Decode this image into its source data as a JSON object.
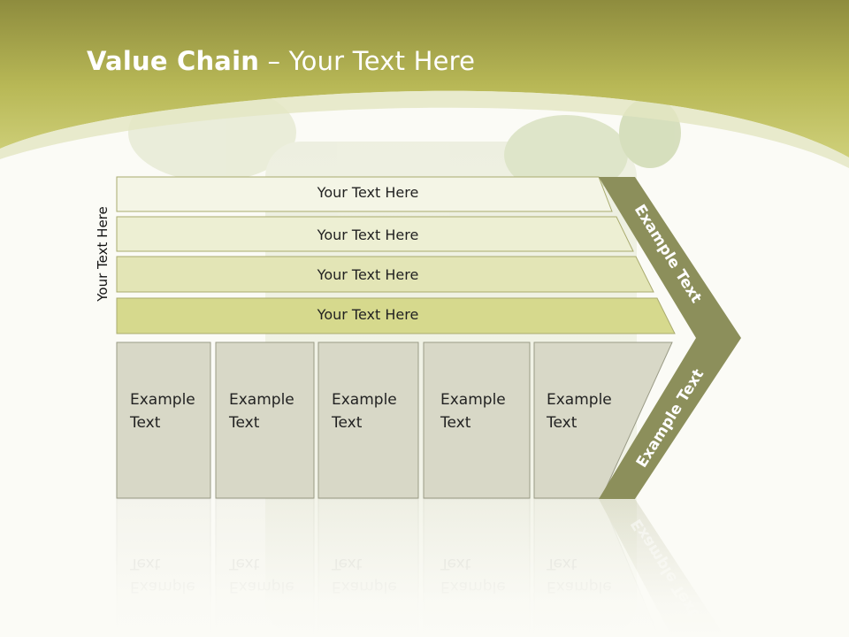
{
  "slide": {
    "title_bold": "Value Chain",
    "title_rest": " – Your Text Here",
    "side_label": "Your Text Here",
    "rows": [
      {
        "label": "Your Text Here"
      },
      {
        "label": "Your Text Here"
      },
      {
        "label": "Your Text Here"
      },
      {
        "label": "Your Text Here"
      }
    ],
    "boxes": [
      {
        "line1": "Example",
        "line2": "Text"
      },
      {
        "line1": "Example",
        "line2": "Text"
      },
      {
        "line1": "Example",
        "line2": "Text"
      },
      {
        "line1": "Example",
        "line2": "Text"
      },
      {
        "line1": "Example",
        "line2": "Text"
      }
    ],
    "chevron": {
      "upper_label": "Example Text",
      "lower_label": "Example Text"
    }
  },
  "colors": {
    "header_olive": "#b6b654",
    "chevron": "#8c8f5b",
    "row_1": "#f4f5e6",
    "row_2": "#edefd3",
    "row_3": "#e3e5b6",
    "row_4": "#d6d98d",
    "box_fill": "#d8d8c7"
  }
}
